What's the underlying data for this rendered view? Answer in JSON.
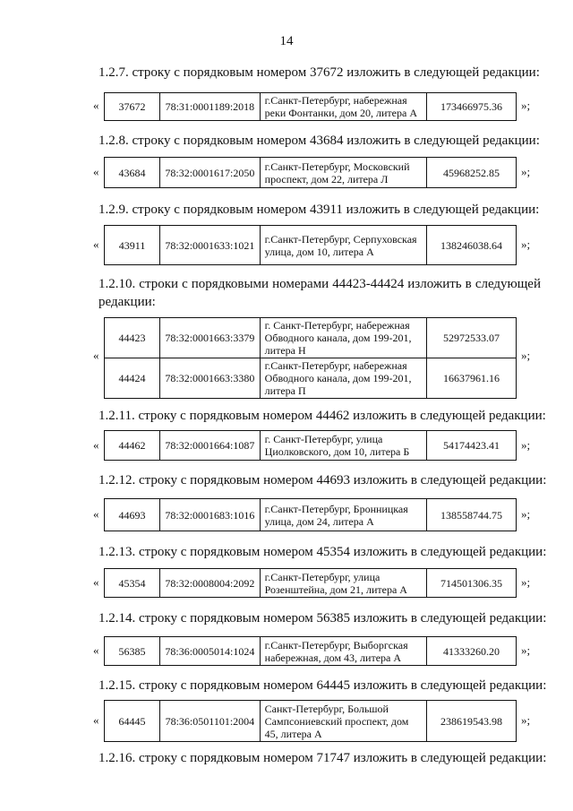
{
  "page_number": "14",
  "open_quote": "«",
  "sections": [
    {
      "clause": "1.2.7.   строку с порядковым номером 37672 изложить в следующей редакции:",
      "rows": [
        {
          "num": "37672",
          "cadastral": "78:31:0001189:2018",
          "address": "г.Санкт-Петербург, набережная реки Фонтанки, дом 20, литера А",
          "value": "173466975.36"
        }
      ],
      "close": "»;"
    },
    {
      "clause": "1.2.8.   строку с порядковым номером 43684 изложить в следующей редакции:",
      "rows": [
        {
          "num": "43684",
          "cadastral": "78:32:0001617:2050",
          "address": "г.Санкт-Петербург, Московский проспект, дом 22, литера Л",
          "value": "45968252.85"
        }
      ],
      "close": "»;"
    },
    {
      "clause": "1.2.9.   строку с порядковым номером 43911 изложить в следующей редакции:",
      "rows": [
        {
          "num": "43911",
          "cadastral": "78:32:0001633:1021",
          "address": "г.Санкт-Петербург, Серпуховская улица, дом 10, литера А",
          "value": "138246038.64"
        }
      ],
      "close": "»;"
    },
    {
      "clause": "1.2.10. строки с порядковыми номерами 44423-44424 изложить в следующей редакции:",
      "rows": [
        {
          "num": "44423",
          "cadastral": "78:32:0001663:3379",
          "address": "г. Санкт-Петербург, набережная Обводного канала, дом 199-201, литера Н",
          "value": "52972533.07"
        },
        {
          "num": "44424",
          "cadastral": "78:32:0001663:3380",
          "address": "г.Санкт-Петербург, набережная Обводного канала, дом 199-201, литера П",
          "value": "16637961.16"
        }
      ],
      "close": "»;"
    },
    {
      "clause": "1.2.11.  строку с порядковым номером 44462 изложить в следующей редакции:",
      "rows": [
        {
          "num": "44462",
          "cadastral": "78:32:0001664:1087",
          "address": "г. Санкт-Петербург, улица Циолковского, дом 10, литера Б",
          "value": "54174423.41"
        }
      ],
      "close": "»;"
    },
    {
      "clause": "1.2.12.  строку с порядковым номером 44693 изложить в следующей редакции:",
      "rows": [
        {
          "num": "44693",
          "cadastral": "78:32:0001683:1016",
          "address": "г.Санкт-Петербург, Бронницкая улица, дом 24, литера А",
          "value": "138558744.75"
        }
      ],
      "close": "»;"
    },
    {
      "clause": "1.2.13.  строку с порядковым номером 45354 изложить в следующей редакции:",
      "rows": [
        {
          "num": "45354",
          "cadastral": "78:32:0008004:2092",
          "address": "г.Санкт-Петербург, улица Розенштейна, дом 21, литера А",
          "value": "714501306.35"
        }
      ],
      "close": "»;"
    },
    {
      "clause": "1.2.14.  строку с порядковым номером 56385 изложить в следующей редакции:",
      "rows": [
        {
          "num": "56385",
          "cadastral": "78:36:0005014:1024",
          "address": "г.Санкт-Петербург, Выборгская набережная, дом 43, литера А",
          "value": "41333260.20"
        }
      ],
      "close": "»;"
    },
    {
      "clause": "1.2.15.  строку с порядковым номером 64445 изложить в следующей редакции:",
      "rows": [
        {
          "num": "64445",
          "cadastral": "78:36:0501101:2004",
          "address": "Санкт-Петербург, Большой Сампсониевский проспект, дом 45, литера А",
          "value": "238619543.98"
        }
      ],
      "close": "»;"
    },
    {
      "clause": "1.2.16.  строку с порядковым номером 71747 изложить в следующей редакции:",
      "rows": [],
      "close": ""
    }
  ]
}
